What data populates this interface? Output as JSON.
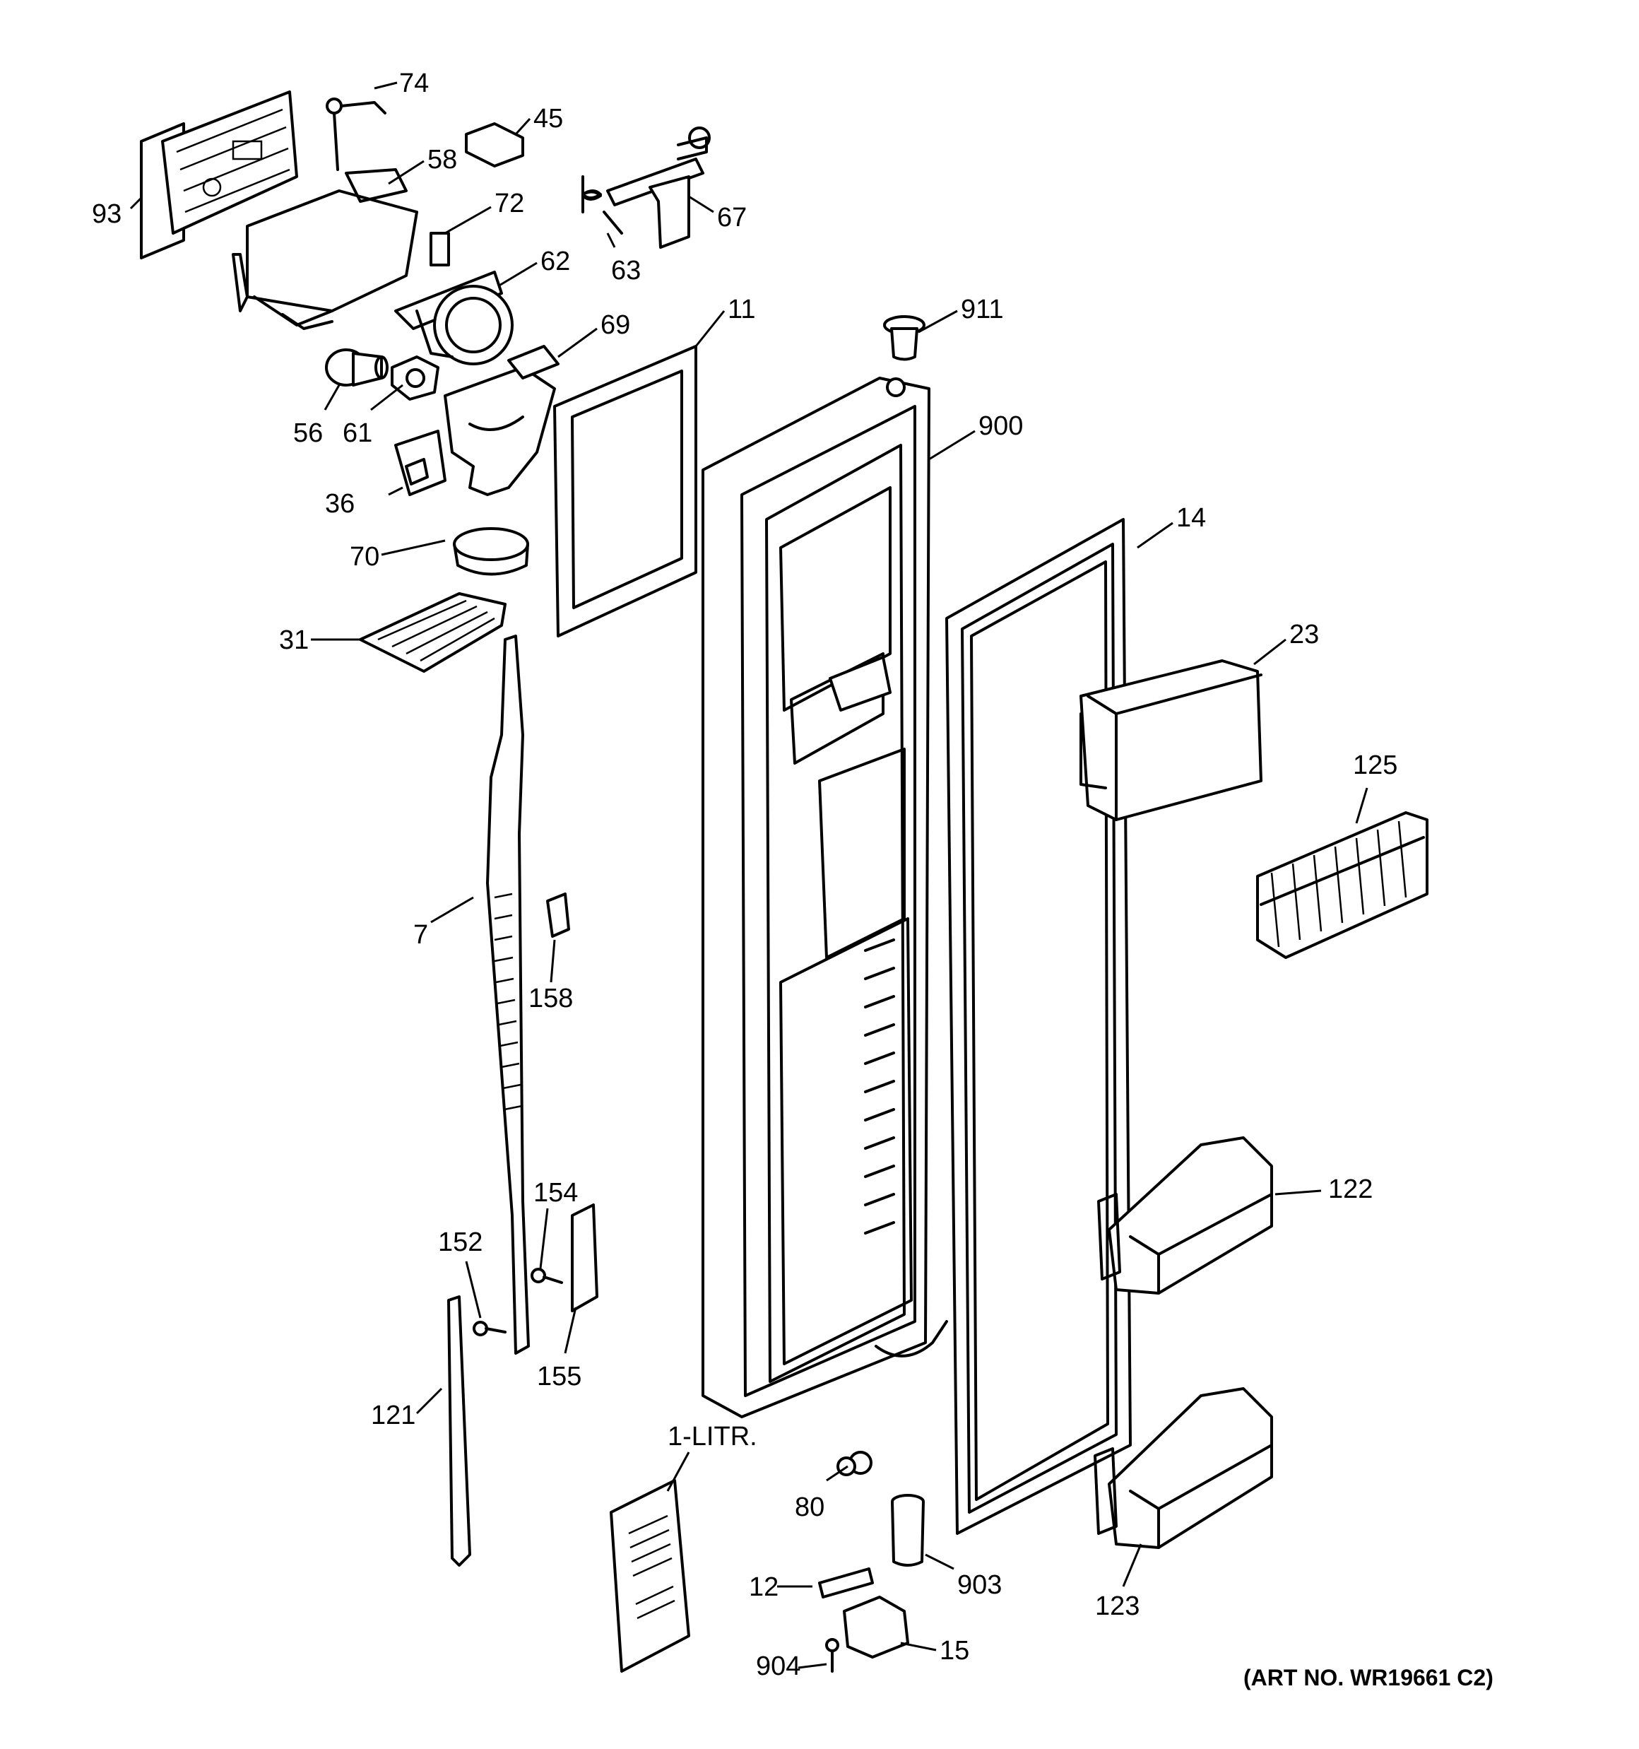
{
  "labels": {
    "p74": "74",
    "p45": "45",
    "p58": "58",
    "p93": "93",
    "p72": "72",
    "p67": "67",
    "p63": "63",
    "p62": "62",
    "p11": "11",
    "p911": "911",
    "p69": "69",
    "p56": "56",
    "p61": "61",
    "p900": "900",
    "p36": "36",
    "p14": "14",
    "p70": "70",
    "p23": "23",
    "p31": "31",
    "p125": "125",
    "p7": "7",
    "p158": "158",
    "p154": "154",
    "p122": "122",
    "p152": "152",
    "p155": "155",
    "p121": "121",
    "p1litr": "1-LITR.",
    "p80": "80",
    "p12": "12",
    "p903": "903",
    "p123": "123",
    "p904": "904",
    "p15": "15"
  },
  "art_number": "(ART NO. WR19661 C2)"
}
